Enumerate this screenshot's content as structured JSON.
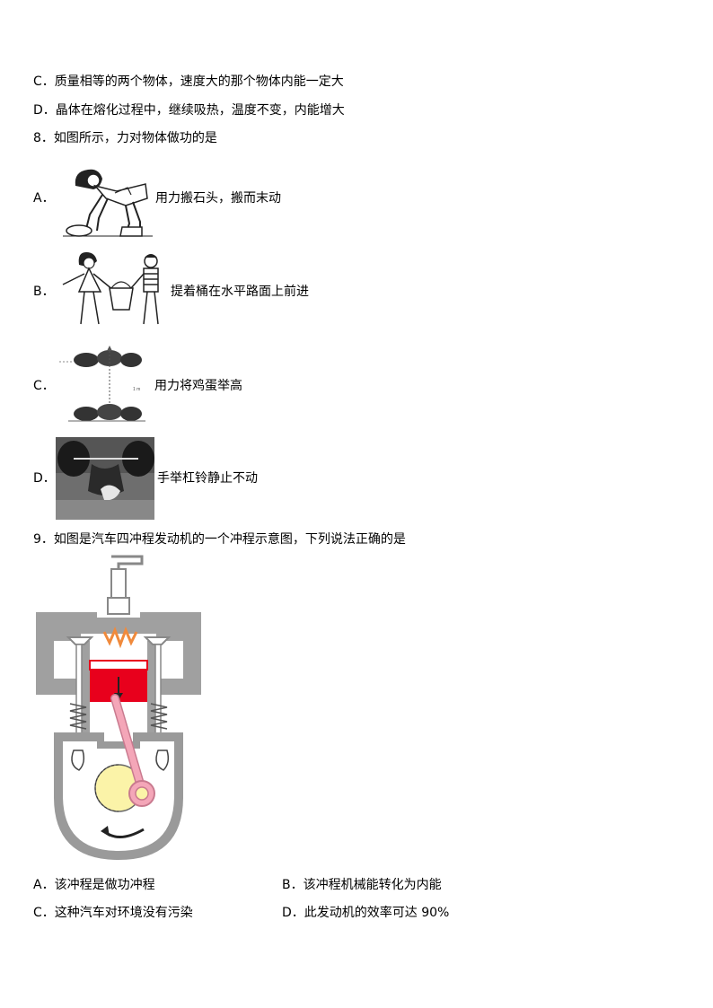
{
  "q7": {
    "option_c": "C．质量相等的两个物体，速度大的那个物体内能一定大",
    "option_d": "D．晶体在熔化过程中，继续吸热，温度不变，内能增大"
  },
  "q8": {
    "stem": "8．如图所示，力对物体做功的是",
    "options": [
      {
        "label": "A．",
        "text": "用力搬石头，搬而末动",
        "figure": "person-pushing-rock-figure"
      },
      {
        "label": "B．",
        "text": "提着桶在水平路面上前进",
        "figure": "children-carrying-bucket-figure"
      },
      {
        "label": "C．",
        "text": "用力将鸡蛋举高",
        "figure": "eggs-lifted-figure"
      },
      {
        "label": "D．",
        "text": "手举杠铃静止不动",
        "figure": "weightlifter-photo-figure"
      }
    ]
  },
  "q9": {
    "stem": "9．如图是汽车四冲程发动机的一个冲程示意图，下列说法正确的是",
    "options": [
      {
        "text": "A．该冲程是做功冲程"
      },
      {
        "text": "B．该冲程机械能转化为内能"
      },
      {
        "text": "C．这种汽车对环境没有污染"
      },
      {
        "text": "D．此发动机的效率可达 90%"
      }
    ],
    "colors": {
      "piston": "#e8001c",
      "rod": "#f4a6b8",
      "crank": "#fbf3a8",
      "casing": "#9a9a9a",
      "spark": "#f08a3c"
    }
  }
}
